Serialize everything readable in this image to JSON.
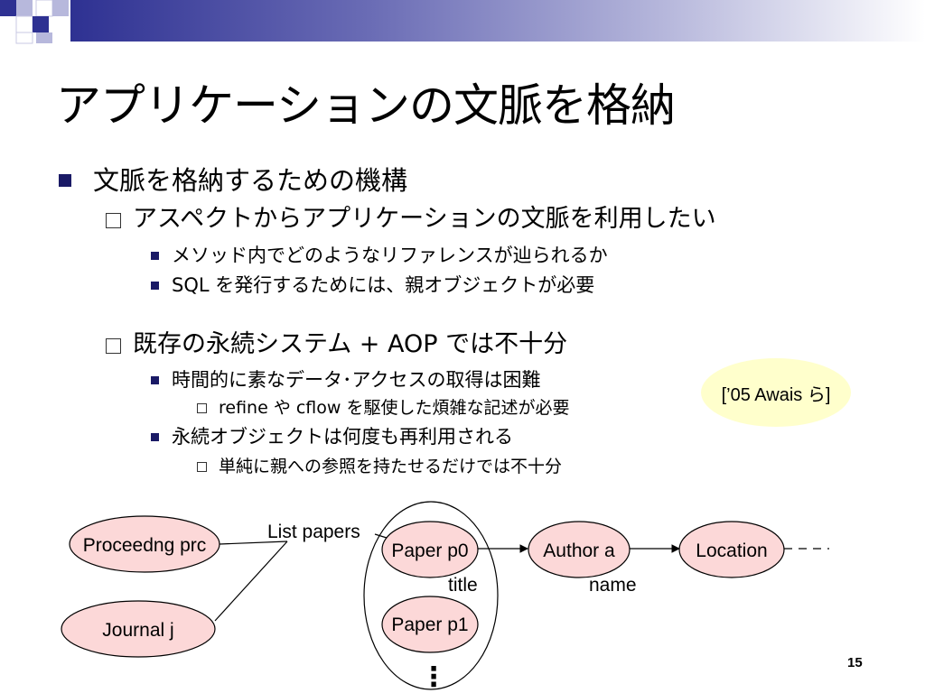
{
  "slide": {
    "title": "アプリケーションの文脈を格納",
    "page_number": "15",
    "citation": "[’05 Awais ら]"
  },
  "bullets": [
    {
      "level": 1,
      "text": "文脈を格納するための機構"
    },
    {
      "level": 2,
      "text": "アスペクトからアプリケーションの文脈を利用したい"
    },
    {
      "level": 3,
      "text": "メソッド内でどのようなリファレンスが辿られるか"
    },
    {
      "level": 3,
      "text": "SQL を発行するためには、親オブジェクトが必要"
    },
    {
      "level": 2,
      "text": "既存の永続システム + AOP では不十分"
    },
    {
      "level": 3,
      "text": "時間的に素なデータ･アクセスの取得は困難"
    },
    {
      "level": 4,
      "text": "refine や cflow を駆使した煩雑な記述が必要"
    },
    {
      "level": 3,
      "text": "永続オブジェクトは何度も再利用される"
    },
    {
      "level": 4,
      "text": "単純に親への参照を持たせるだけでは不十分"
    }
  ],
  "diagram": {
    "nodes": {
      "proceeding": "Proceedng prc",
      "journal": "Journal j",
      "paper0": "Paper p0",
      "paper1": "Paper p1",
      "author": "Author a",
      "location": "Location"
    },
    "edge_labels": {
      "list_papers": "List papers",
      "title": "title",
      "name": "name"
    },
    "ellipsis": "⋮"
  },
  "colors": {
    "node_fill": "#fcd8d8",
    "citation_fill": "#ffffcc",
    "bullet_marker": "#1a1a66",
    "header_bar": "#2e3192"
  }
}
